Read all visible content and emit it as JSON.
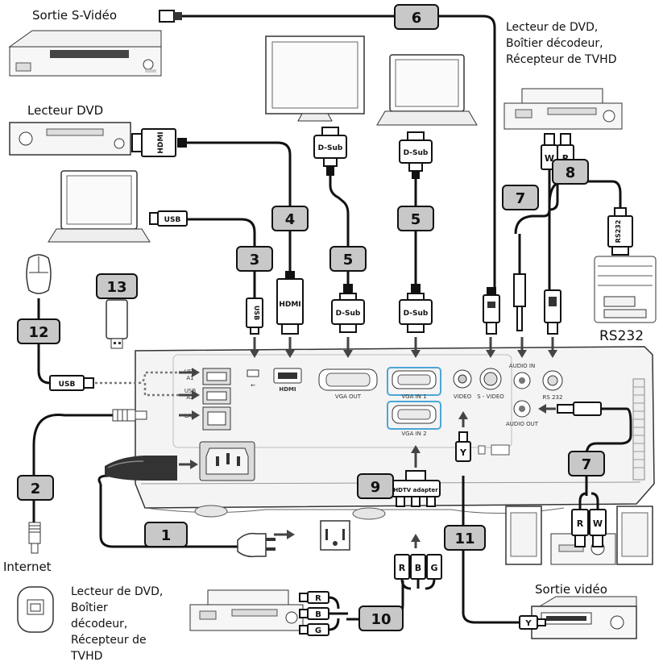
{
  "labels": {
    "svideo_source": "Sortie S-Vidéo",
    "dvd_top_right_1": "Lecteur de DVD,",
    "dvd_top_right_2": "Boîtier décodeur,",
    "dvd_top_right_3": "Récepteur de TVHD",
    "dvd_player": "Lecteur DVD",
    "rs232": "RS232",
    "internet": "Internet",
    "dvd_bottom_left_1": "Lecteur de DVD,",
    "dvd_bottom_left_2": "Boîtier",
    "dvd_bottom_left_3": "décodeur,",
    "dvd_bottom_left_4": "Récepteur de",
    "dvd_bottom_left_5": "TVHD",
    "video_out": "Sortie vidéo"
  },
  "cables": [
    "1",
    "2",
    "3",
    "4",
    "5",
    "5",
    "6",
    "7",
    "7",
    "8",
    "9",
    "10",
    "11",
    "12",
    "13"
  ],
  "plugs": {
    "hdmi": "HDMI",
    "usb": "USB",
    "dsub": "D-Sub",
    "rs232": "RS232",
    "hdtv": "HDTV adapter",
    "w": "W",
    "r": "R",
    "b": "B",
    "g": "G",
    "y": "Y"
  },
  "ports": {
    "usb_a1_1": "USB",
    "usb_a1_2": "A1",
    "usb_a2_1": "USB",
    "usb_a2_2": "A2",
    "lan": "LAN",
    "hdmi": "HDMI",
    "vga_out": "VGA OUT",
    "vga_in1": "VGA IN 1",
    "vga_in2": "VGA IN 2",
    "video": "VIDEO",
    "svideo": "S - VIDEO",
    "audio_in": "AUDIO IN",
    "audio_out": "AUDIO OUT",
    "rs232": "RS 232"
  }
}
